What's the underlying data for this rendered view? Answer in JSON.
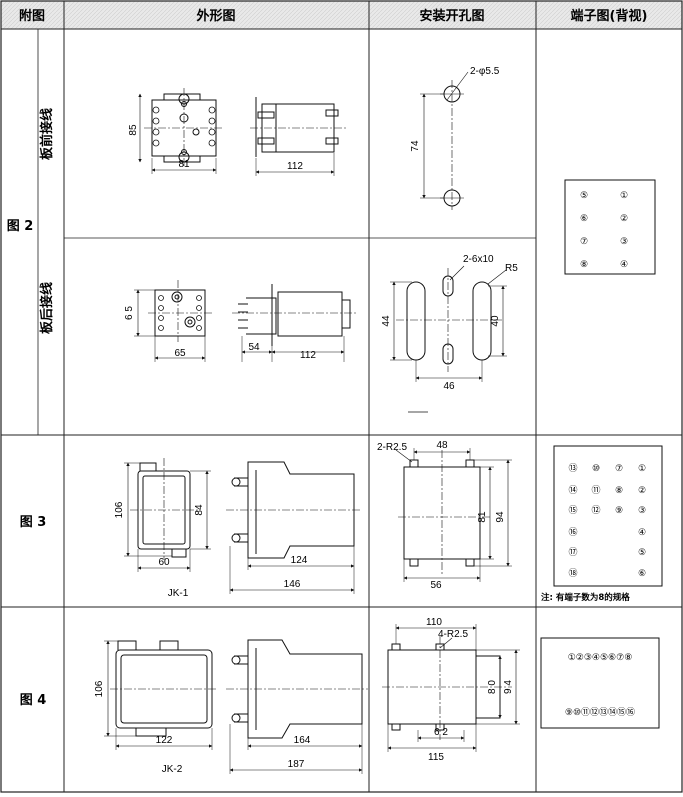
{
  "table": {
    "headers": [
      "附图",
      "外形图",
      "安装开孔图",
      "端子图(背视)"
    ],
    "rows": [
      {
        "label": "图 2",
        "sublabels": [
          "板前接线",
          "板后接线"
        ]
      },
      {
        "label": "图 3"
      },
      {
        "label": "图 4"
      }
    ]
  },
  "fig2_front": {
    "outline_dims": [
      "85",
      "81",
      "112"
    ],
    "cutout_dims": [
      "2-φ5.5",
      "74"
    ],
    "terminals": [
      "⑤",
      "①",
      "⑥",
      "②",
      "⑦",
      "③",
      "⑧",
      "④"
    ]
  },
  "fig2_rear": {
    "outline_dims": [
      "6 5",
      "65",
      "54",
      "112"
    ],
    "cutout_dims": [
      "2-6x10",
      "R5",
      "44",
      "40",
      "46"
    ]
  },
  "fig3": {
    "outline_dims": [
      "106",
      "84",
      "60",
      "124",
      "146"
    ],
    "model": "JK-1",
    "cutout_dims": [
      "2-R2.5",
      "48",
      "81",
      "94",
      "56"
    ],
    "terminals": [
      "⑬",
      "⑩",
      "⑦",
      "①",
      "⑭",
      "⑪",
      "⑧",
      "②",
      "⑮",
      "⑫",
      "⑨",
      "③",
      "⑯",
      "④",
      "⑰",
      "⑤",
      "⑱",
      "⑥"
    ],
    "note": "注: 有端子数为8的规格"
  },
  "fig4": {
    "outline_dims": [
      "106",
      "122",
      "164",
      "187"
    ],
    "model": "JK-2",
    "cutout_dims": [
      "110",
      "4-R2.5",
      "8 0",
      "9 4",
      "6 2",
      "115"
    ],
    "terminals_top": "①②③④⑤⑥⑦⑧",
    "terminals_bottom": "⑨⑩⑪⑫⑬⑭⑮⑯"
  }
}
